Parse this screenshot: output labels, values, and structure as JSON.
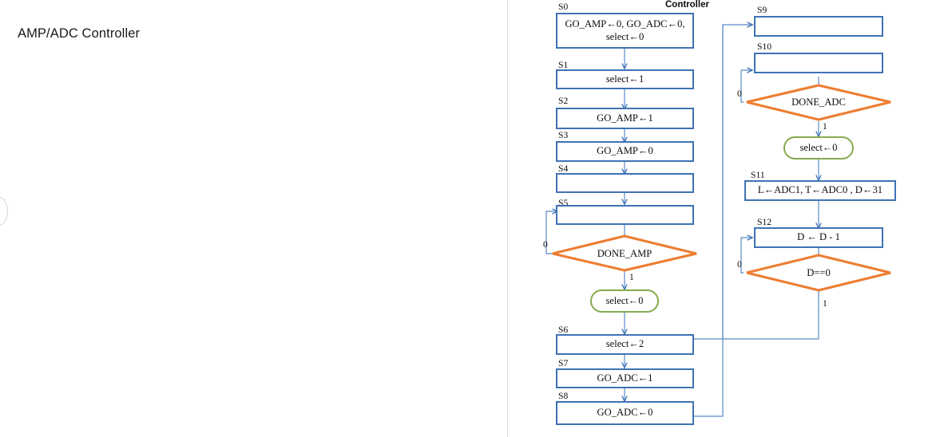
{
  "slide": {
    "title": "AMP/ADC Controller"
  },
  "flowchart": {
    "title": "Controller",
    "colors": {
      "process_border": "#3f72b5",
      "decision_border": "#ed7d31",
      "terminator_border": "#85ab4e",
      "wire": "#3f72b5",
      "divider": "#d9d9d9",
      "text": "#0d0d0d"
    },
    "nodes": [
      {
        "id": "S0",
        "state": "S0",
        "kind": "process",
        "text": "GO_AMP←0, GO_ADC←0,\nselect←0"
      },
      {
        "id": "S1",
        "state": "S1",
        "kind": "process",
        "text": "select←1"
      },
      {
        "id": "S2",
        "state": "S2",
        "kind": "process",
        "text": "GO_AMP←1"
      },
      {
        "id": "S3",
        "state": "S3",
        "kind": "process",
        "text": "GO_AMP←0"
      },
      {
        "id": "S4",
        "state": "S4",
        "kind": "process",
        "text": ""
      },
      {
        "id": "S5",
        "state": "S5",
        "kind": "process",
        "text": ""
      },
      {
        "id": "D1",
        "state": "",
        "kind": "decision",
        "text": "DONE_AMP"
      },
      {
        "id": "T1",
        "state": "",
        "kind": "terminator",
        "text": "select←0"
      },
      {
        "id": "S6",
        "state": "S6",
        "kind": "process",
        "text": "select←2"
      },
      {
        "id": "S7",
        "state": "S7",
        "kind": "process",
        "text": "GO_ADC←1"
      },
      {
        "id": "S8",
        "state": "S8",
        "kind": "process",
        "text": "GO_ADC←0"
      },
      {
        "id": "S9",
        "state": "S9",
        "kind": "process",
        "text": ""
      },
      {
        "id": "S10",
        "state": "S10",
        "kind": "process",
        "text": ""
      },
      {
        "id": "D2",
        "state": "",
        "kind": "decision",
        "text": "DONE_ADC"
      },
      {
        "id": "T2",
        "state": "",
        "kind": "terminator",
        "text": "select←0"
      },
      {
        "id": "S11",
        "state": "S11",
        "kind": "process",
        "text": "L←ADC1, T←ADC0 , D←31"
      },
      {
        "id": "S12",
        "state": "S12",
        "kind": "process",
        "text": "D ← D - 1"
      },
      {
        "id": "D3",
        "state": "",
        "kind": "decision",
        "text": "D==0"
      }
    ],
    "branch_labels": {
      "done_amp_false": "0",
      "done_amp_true": "1",
      "done_adc_false": "0",
      "done_adc_true": "1",
      "d_eq_zero_false": "0",
      "d_eq_zero_true": "1"
    }
  }
}
